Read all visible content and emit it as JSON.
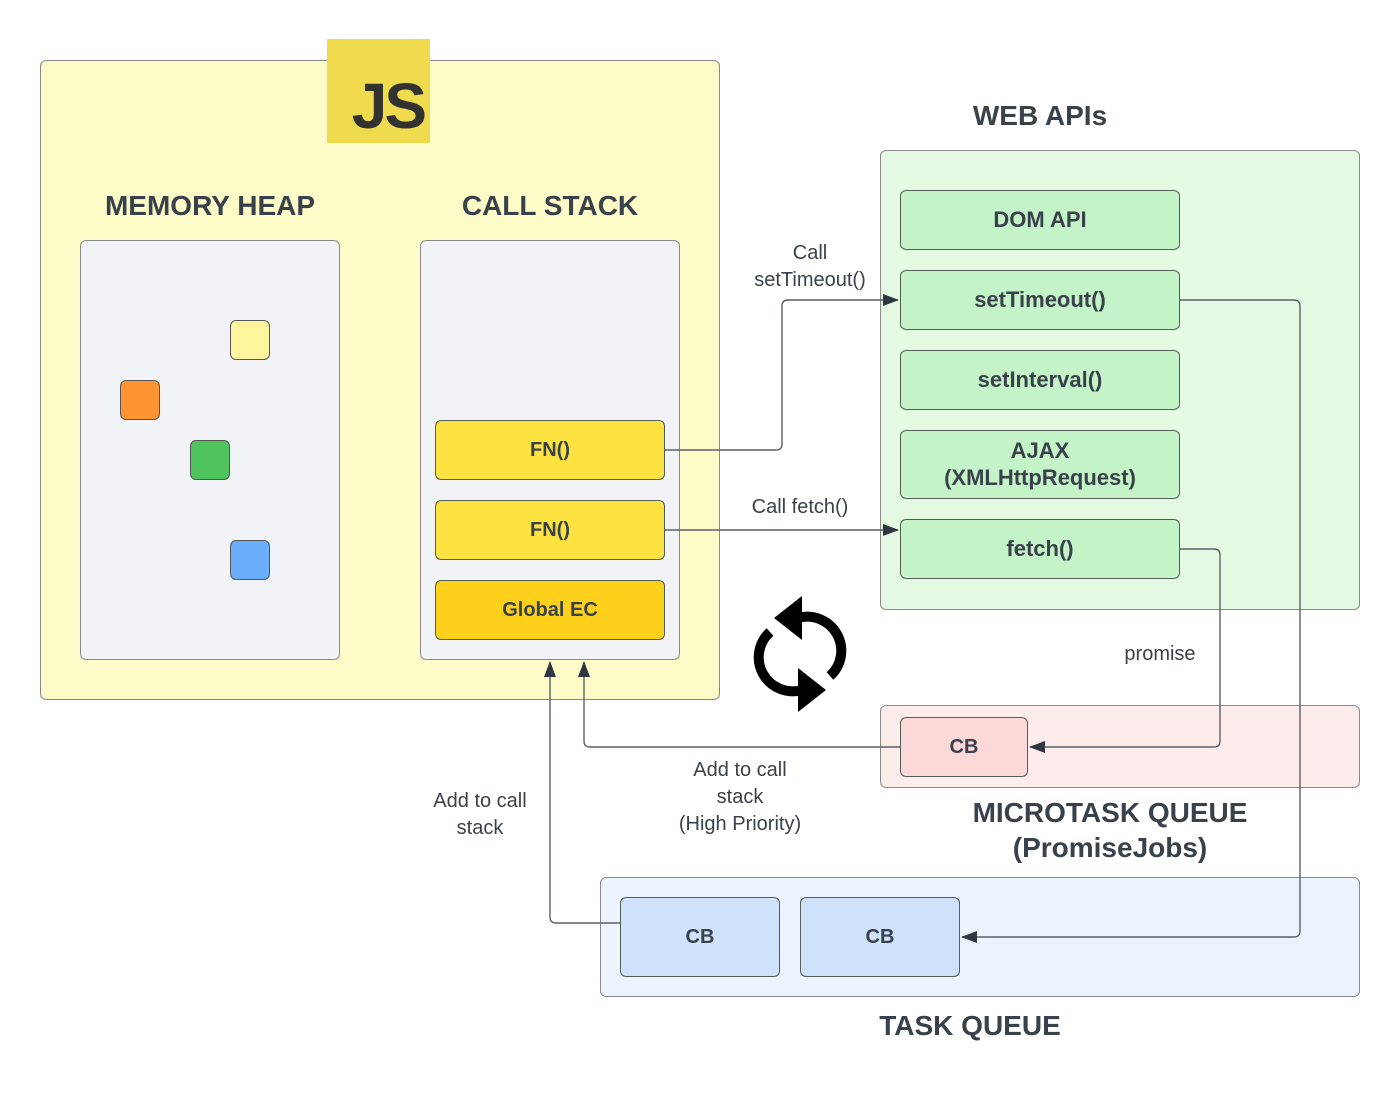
{
  "js_engine": {
    "logo_text": "JS",
    "logo_color": "#f0db4f",
    "background": "#fdfcc8",
    "memory_heap": {
      "title": "MEMORY HEAP",
      "objects": [
        {
          "name": "yellow",
          "color": "#fff59d"
        },
        {
          "name": "orange",
          "color": "#ff9433"
        },
        {
          "name": "green",
          "color": "#4fc35c"
        },
        {
          "name": "blue",
          "color": "#6aaefc"
        }
      ]
    },
    "call_stack": {
      "title": "CALL STACK",
      "frames": [
        {
          "label": "FN()",
          "color": "#fde341"
        },
        {
          "label": "FN()",
          "color": "#fde341"
        },
        {
          "label": "Global EC",
          "color": "#fdd01c"
        }
      ]
    }
  },
  "web_apis": {
    "title": "WEB APIs",
    "background": "#e4f9e2",
    "box_color": "#c4f3c8",
    "items": [
      {
        "label": "DOM API"
      },
      {
        "label": "setTimeout()"
      },
      {
        "label": "setInterval()"
      },
      {
        "label": "AJAX (XMLHttpRequest)",
        "line1": "AJAX",
        "line2": "(XMLHttpRequest)"
      },
      {
        "label": "fetch()"
      }
    ]
  },
  "microtask_queue": {
    "title_line1": "MICROTASK QUEUE",
    "title_line2": "(PromiseJobs)",
    "background": "#fdecec",
    "items": [
      {
        "label": "CB",
        "color": "#fdd8d8"
      }
    ]
  },
  "task_queue": {
    "title": "TASK QUEUE",
    "background": "#edf3fe",
    "items": [
      {
        "label": "CB",
        "color": "#cfe2fc"
      },
      {
        "label": "CB",
        "color": "#cfe2fc"
      }
    ]
  },
  "event_loop": {
    "icon": "refresh-cycle-icon"
  },
  "edges": {
    "call_settimeout": {
      "line1": "Call",
      "line2": "setTimeout()"
    },
    "call_fetch": "Call fetch()",
    "promise": "promise",
    "add_high_priority": {
      "line1": "Add to call",
      "line2": "stack",
      "line3": "(High Priority)"
    },
    "add_normal": {
      "line1": "Add to call",
      "line2": "stack"
    }
  }
}
